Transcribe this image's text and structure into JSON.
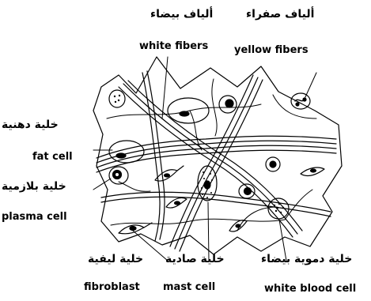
{
  "labels": {
    "white_fibers": {
      "arabic": "ألياف بيضاء",
      "english": "white fibers"
    },
    "yellow_fibers": {
      "arabic": "ألياف صفراء",
      "english": "yellow fibers"
    },
    "fat_cell": {
      "arabic": "خلية دهنية",
      "english": "fat cell"
    },
    "plasma_cell": {
      "arabic": "خلية بلازمية",
      "english": "plasma cell"
    },
    "fibroblast": {
      "arabic": "خلية ليفية",
      "english": "fibroblast"
    },
    "mast_cell": {
      "arabic": "خلية صادية",
      "english": "mast cell"
    },
    "white_blood_cell": {
      "arabic": "خلية دموية بيضاء",
      "english": "white blood cell"
    }
  },
  "colors": {
    "ink": "#000000",
    "background": "#ffffff"
  }
}
